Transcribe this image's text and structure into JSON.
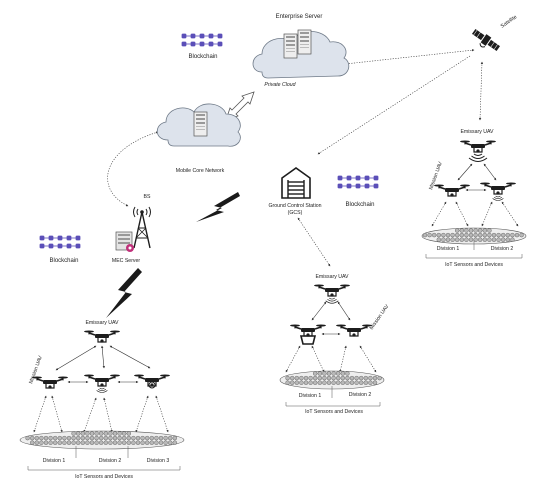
{
  "labels": {
    "enterprise_server": "Enterprise Server",
    "private_cloud": "Private Cloud",
    "satellite": "Satellite",
    "blockchain": "Blockchain",
    "mobile_core_network": "Mobile Core Network",
    "bs": "BS",
    "mec_server": "MEC Server",
    "gcs_line1": "Ground Control Station",
    "gcs_line2": "(GCS)",
    "emissary_uav": "Emissary UAV",
    "mission_uav": "Mission UAV",
    "division_1": "Division 1",
    "division_2": "Division 2",
    "division_3": "Division 3",
    "iot_sensors": "IoT Sensors and Devices"
  },
  "colors": {
    "cloud_fill": "#dde3ec",
    "cloud_stroke": "#6f7a88",
    "blockchain": "#5b4fb8",
    "lightning": "#1a1a1a",
    "line": "#333333",
    "sensor_fill": "#b9b9b9"
  },
  "icons": [
    "server-icon",
    "satellite-icon",
    "tower-icon",
    "gcs-hangar-icon",
    "drone-icon",
    "blockchain-icon",
    "lightning-icon"
  ]
}
